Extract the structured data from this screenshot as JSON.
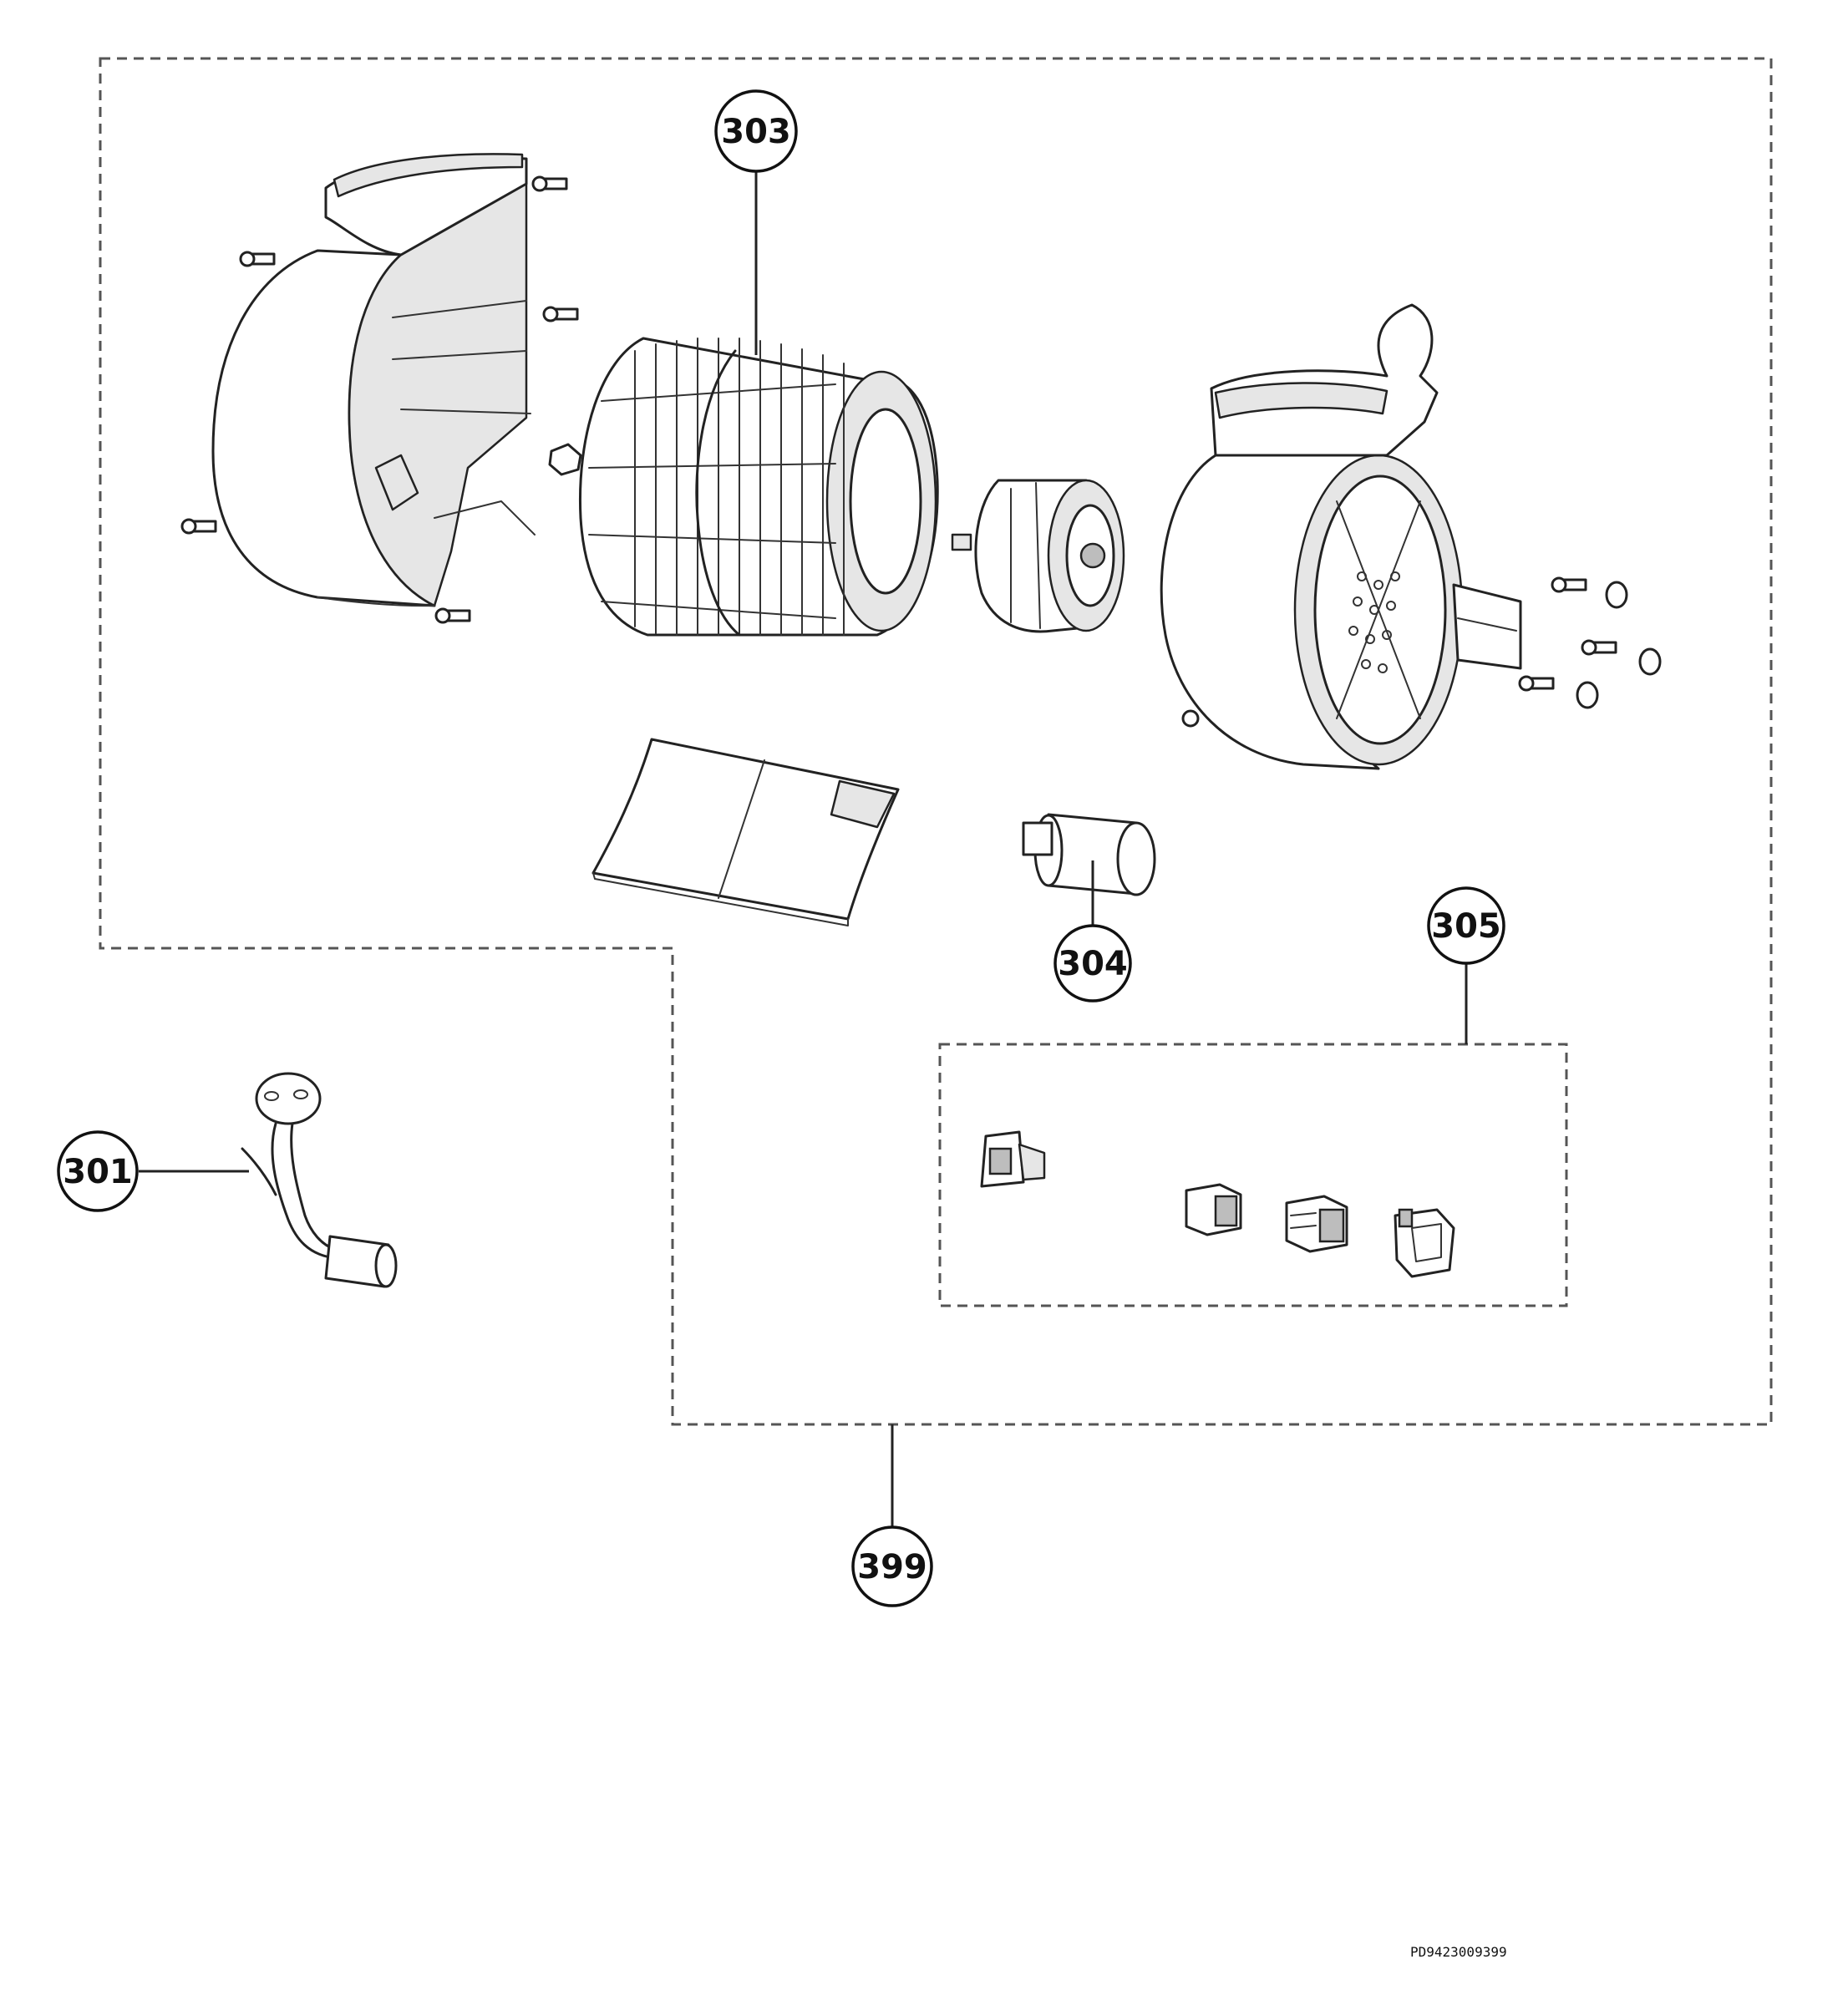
{
  "callouts": {
    "c301": "301",
    "c303": "303",
    "c304": "304",
    "c305": "305",
    "c399": "399"
  },
  "drawing_code": "PD9423009399",
  "colors": {
    "line": "#222222",
    "dashed_frame": "#555555",
    "background": "#ffffff"
  }
}
